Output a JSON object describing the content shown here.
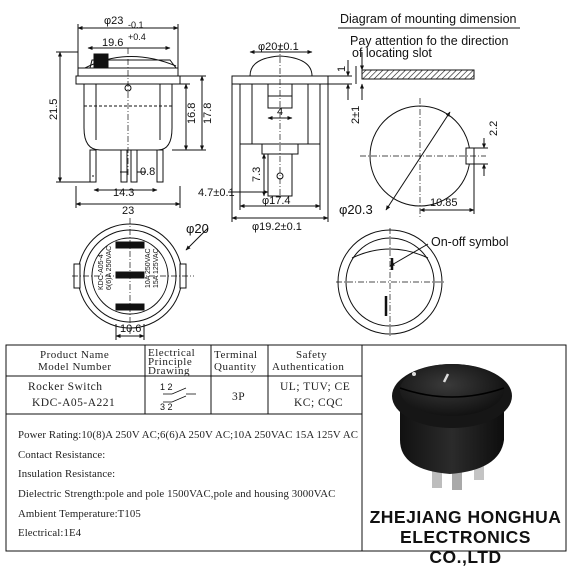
{
  "titles": {
    "mounting": "Diagram of mounting dimension",
    "locating_note_1": "Pay attention fo the direction",
    "locating_note_2": "of locating slot",
    "onoff_label": "On-off symbol"
  },
  "dimensions": {
    "overall_width": "φ23",
    "overall_width_tol": "-0.1",
    "rocker_width": "19.6",
    "rocker_width_tol": "+0.4",
    "height_total": "21.5",
    "height_body": "16.8",
    "height_frame": "17.8",
    "terminal_pitch": "0.8",
    "terminal_span": "14.3",
    "base_width": "23",
    "side_top_dia": "φ20±0.1",
    "side_dim_4": "4",
    "side_dim_73": "7.3",
    "side_dim_47": "4.7±0.1",
    "side_dia_174": "φ17.4",
    "side_dia_192": "φ19.2±0.1",
    "panel_thk_1": "1",
    "panel_thk_2": "2±1",
    "cutout_dia": "φ20.3",
    "cutout_key": "2.2",
    "cutout_flat": "10.85",
    "front_dia": "φ20",
    "bottom_dim": "10.6"
  },
  "housing_marking": {
    "line1": "KDC-A05-4",
    "line2": "6(6)A 250VAC",
    "line3": "10A 250VAC",
    "line4": "15A 125VAC"
  },
  "table": {
    "headers": [
      {
        "l1": "Product Name",
        "l2": "Model Number"
      },
      {
        "l1": "Electrical",
        "l2": "Principle",
        "l3": "Drawing"
      },
      {
        "l1": "Terminal",
        "l2": "Quantity"
      },
      {
        "l1": "Safety",
        "l2": "Authentication"
      }
    ],
    "product_name": "Rocker Switch",
    "model_number": "KDC-A05-A221",
    "principle_top": "1 2",
    "principle_bottom": "3 2",
    "terminal_quantity": "3P",
    "safety_line1": "UL; TUV; CE",
    "safety_line2": "KC; CQC"
  },
  "specs": [
    "Power Rating:10(8)A 250V AC;6(6)A 250V AC;10A 250VAC 15A  125V AC",
    "Contact Resistance:",
    "Insulation Resistance:",
    "Dielectric Strength:pole and pole 1500VAC,pole and housing 3000VAC",
    "Ambient Temperature:T105",
    "Electrical:1E4"
  ],
  "company": {
    "line1": "ZHEJIANG HONGHUA",
    "line2": "ELECTRONICS CO.,LTD"
  },
  "colors": {
    "line": "#111111",
    "photo_body": "#1c1c1c",
    "terminal": "#b9b9b9"
  }
}
